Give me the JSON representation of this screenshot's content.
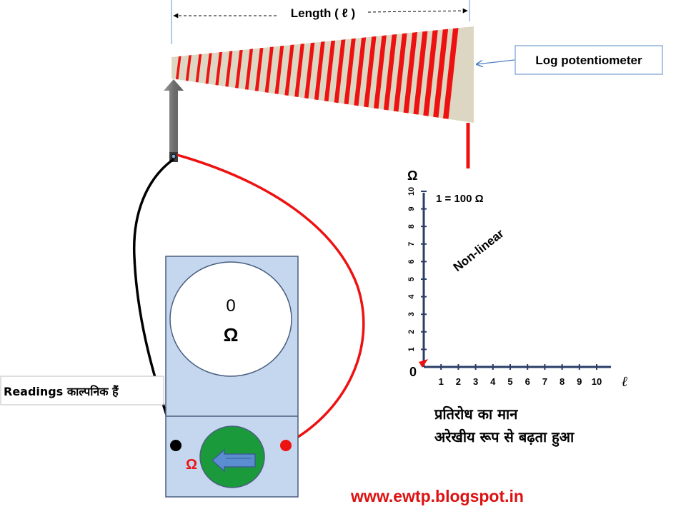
{
  "length_label": "Length ( ℓ )",
  "pot_label": "Log potentiometer",
  "meter": {
    "reading": "0",
    "unit": "Ω",
    "terminal_label": "Ω"
  },
  "readings_note": "Readings काल्पनिक हैं",
  "graph": {
    "y_axis_label": "Ω",
    "x_axis_label": "ℓ",
    "origin": "0",
    "scale_note": "1 = 100 Ω",
    "curve_note": "Non-linear",
    "x_ticks": [
      "1",
      "2",
      "3",
      "4",
      "5",
      "6",
      "7",
      "8",
      "9",
      "10"
    ],
    "y_ticks": [
      "1",
      "2",
      "3",
      "4",
      "5",
      "6",
      "7",
      "8",
      "9",
      "10"
    ]
  },
  "hindi_caption": {
    "line1": "प्रतिरोध का मान",
    "line2": "अरेखीय रूप से बढ़ता हुआ"
  },
  "website": "www.ewtp.blogspot.in",
  "colors": {
    "resistor_body": "#ddd6c2",
    "resistor_stripe": "#ee1111",
    "wire_red": "#ee1111",
    "wire_black": "#000000",
    "meter_panel": "#c5d7ee",
    "meter_border": "#4a5f80",
    "knob": "#1a9a3a",
    "arrow": "#7a7a7a",
    "axis": "#2b3e66",
    "website": "#dd1111"
  }
}
